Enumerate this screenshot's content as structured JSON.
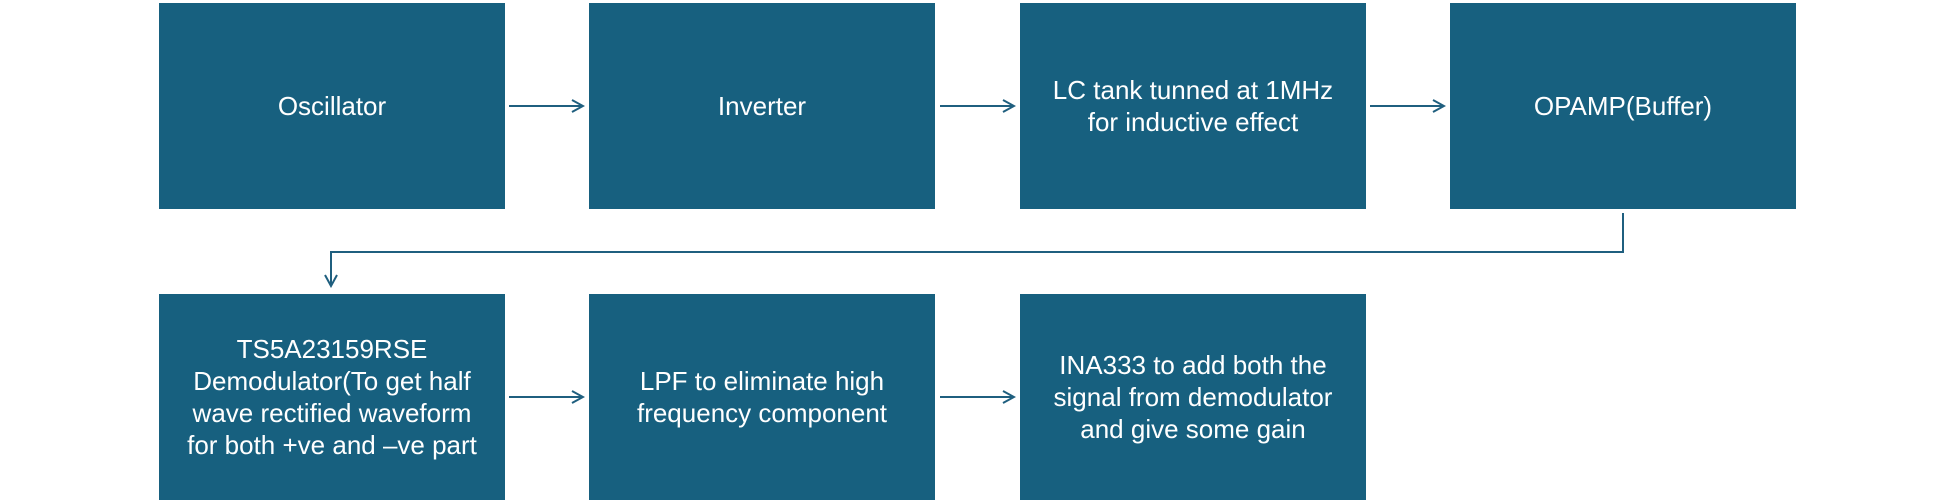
{
  "diagram": {
    "colors": {
      "box_fill": "#17607f",
      "box_text": "#ffffff",
      "connector": "#1f5f7f",
      "background": "#ffffff"
    },
    "nodes": [
      {
        "id": "oscillator",
        "label": "Oscillator"
      },
      {
        "id": "inverter",
        "label": "Inverter"
      },
      {
        "id": "lc-tank",
        "label": "LC tank tunned at 1MHz\nfor inductive effect"
      },
      {
        "id": "opamp-buffer",
        "label": "OPAMP(Buffer)"
      },
      {
        "id": "demodulator",
        "label": "TS5A23159RSE\nDemodulator(To get half\nwave rectified waveform\nfor both +ve and –ve part"
      },
      {
        "id": "lpf",
        "label": "LPF to eliminate high\nfrequency component"
      },
      {
        "id": "ina333",
        "label": "INA333 to add both the\nsignal from demodulator\nand give some gain"
      }
    ],
    "edges": [
      {
        "from": "oscillator",
        "to": "inverter"
      },
      {
        "from": "inverter",
        "to": "lc-tank"
      },
      {
        "from": "lc-tank",
        "to": "opamp-buffer"
      },
      {
        "from": "opamp-buffer",
        "to": "demodulator"
      },
      {
        "from": "demodulator",
        "to": "lpf"
      },
      {
        "from": "lpf",
        "to": "ina333"
      }
    ]
  }
}
